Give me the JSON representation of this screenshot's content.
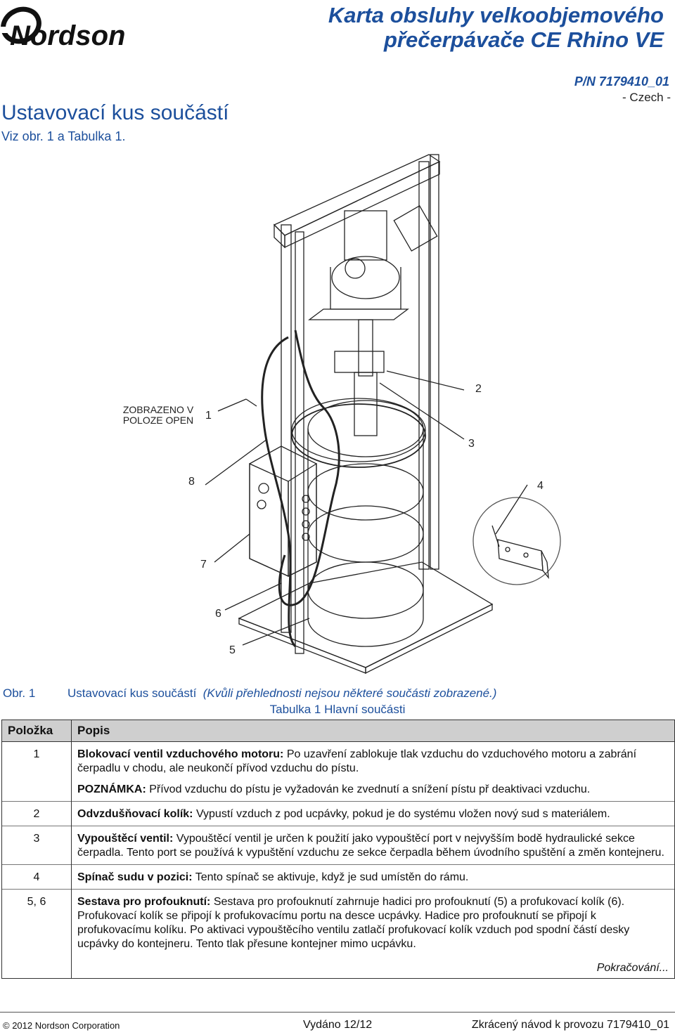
{
  "header": {
    "logo_text": "Nordson",
    "doc_title_line1": "Karta obsluhy velkoobjemového",
    "doc_title_line2": "přečerpávače CE Rhino VE",
    "part_number": "P/N 7179410_01",
    "language": "- Czech -"
  },
  "section": {
    "title": "Ustavovací kus součástí",
    "reference": "Viz obr. 1 a Tabulka 1."
  },
  "figure": {
    "callout_text": "ZOBRAZENO V POLOZE OPEN",
    "callouts": [
      "1",
      "2",
      "3",
      "4",
      "5",
      "6",
      "7",
      "8"
    ],
    "caption_number": "Obr. 1",
    "caption_text": "Ustavovací kus součástí",
    "caption_note": "(Kvůli přehlednosti nejsou některé součásti zobrazené.)"
  },
  "table": {
    "title": "Tabulka 1 Hlavní součásti",
    "headers": {
      "item": "Položka",
      "description": "Popis"
    },
    "rows": [
      {
        "item": "1",
        "term": "Blokovací ventil vzduchového motoru:",
        "text": "Po uzavření zablokuje tlak vzduchu do vzduchového motoru a zabrání čerpadlu v chodu, ale neukončí přívod vzduchu do pístu.",
        "note_label": "POZNÁMKA:",
        "note_text": "Přívod vzduchu do pístu je vyžadován ke zvednutí a snížení pístu př deaktivaci vzduchu."
      },
      {
        "item": "2",
        "term": "Odvzdušňovací kolík:",
        "text": "Vypustí vzduch z pod ucpávky, pokud je do systému vložen nový sud s materiálem."
      },
      {
        "item": "3",
        "term": "Vypouštěcí ventil:",
        "text": "Vypouštěcí ventil je určen k použití jako vypouštěcí port v nejvyšším bodě hydraulické sekce čerpadla. Tento port se používá k vypuštění vzduchu ze sekce čerpadla během úvodního spuštění a změn kontejneru."
      },
      {
        "item": "4",
        "term": "Spínač sudu v pozici:",
        "text": "Tento spínač se aktivuje, když je sud umístěn do rámu."
      },
      {
        "item": "5, 6",
        "term": "Sestava pro profouknutí:",
        "text": "Sestava pro profouknutí zahrnuje hadici pro profouknutí (5) a profukovací kolík (6). Profukovací kolík se připojí k profukovacímu portu na desce ucpávky. Hadice pro profouknutí se připojí k profukovacímu kolíku. Po aktivaci vypouštěcího ventilu zatlačí profukovací kolík vzduch pod spodní částí desky ucpávky do kontejneru. Tento tlak přesune kontejner mimo ucpávku.",
        "continued": "Pokračování..."
      }
    ]
  },
  "footer": {
    "copyright": "© 2012 Nordson Corporation",
    "issued": "Vydáno 12/12",
    "manual": "Zkrácený návod k provozu 7179410_01"
  }
}
